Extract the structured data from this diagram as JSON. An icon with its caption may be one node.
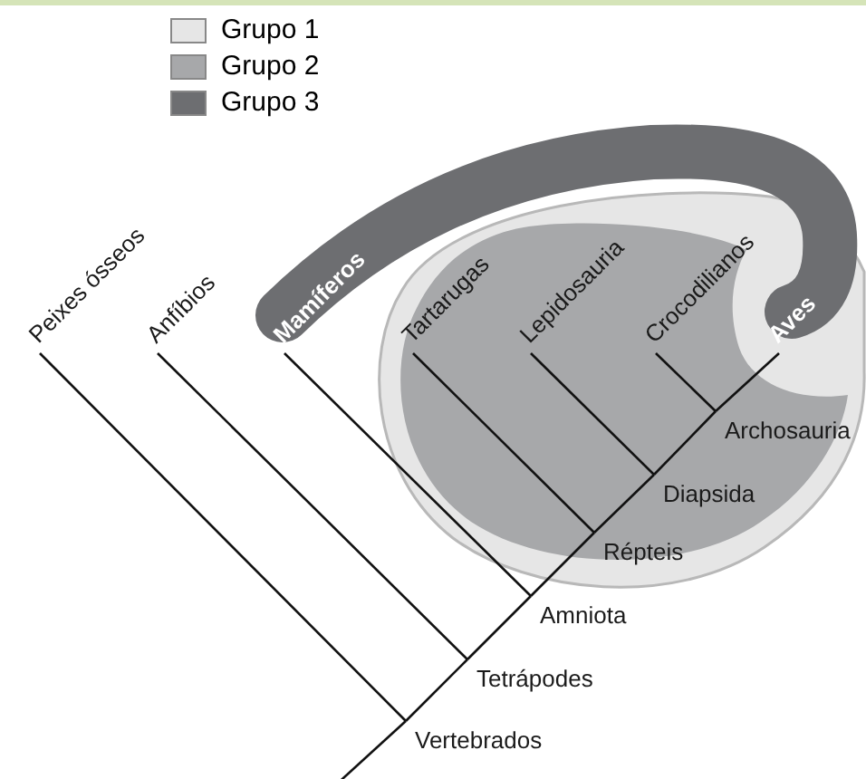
{
  "diagram": {
    "nodes": [
      {
        "text": [
          "Peixes ósseos"
        ]
      },
      {
        "text": [
          "Anfíbios"
        ]
      },
      {
        "text": [
          "Mamíferos"
        ]
      },
      {
        "text": [
          "Tartarugas"
        ]
      },
      {
        "text": [
          "Lepidosauria"
        ]
      },
      {
        "text": [
          "Crocodilianos"
        ]
      },
      {
        "text": [
          "Aves"
        ]
      },
      {
        "text": [
          "Archosauria"
        ]
      },
      {
        "text": [
          "Diapsida"
        ]
      },
      {
        "text": [
          "Répteis"
        ]
      },
      {
        "text": [
          "Amniota"
        ]
      },
      {
        "text": [
          "Tetrápodes"
        ]
      },
      {
        "text": [
          "Vertebrados"
        ]
      }
    ],
    "edges": [
      {
        "from": null,
        "to": 12,
        "arrow": "none"
      },
      {
        "from": 12,
        "to": 0,
        "arrow": "none"
      },
      {
        "from": 12,
        "to": 11,
        "arrow": "none"
      },
      {
        "from": 11,
        "to": 1,
        "arrow": "none"
      },
      {
        "from": 11,
        "to": 10,
        "arrow": "none"
      },
      {
        "from": 10,
        "to": 2,
        "arrow": "none"
      },
      {
        "from": 10,
        "to": 9,
        "arrow": "none"
      },
      {
        "from": 9,
        "to": 3,
        "arrow": "none"
      },
      {
        "from": 9,
        "to": 8,
        "arrow": "none"
      },
      {
        "from": 8,
        "to": 4,
        "arrow": "none"
      },
      {
        "from": 8,
        "to": 7,
        "arrow": "none"
      },
      {
        "from": 7,
        "to": 5,
        "arrow": "none"
      },
      {
        "from": 7,
        "to": 6,
        "arrow": "none"
      }
    ],
    "legend": [
      {
        "text": "Grupo 1",
        "color": "#e6e6e6"
      },
      {
        "text": "Grupo 2",
        "color": "#a7a8aa"
      },
      {
        "text": "Grupo 3",
        "color": "#6d6e71"
      }
    ]
  }
}
